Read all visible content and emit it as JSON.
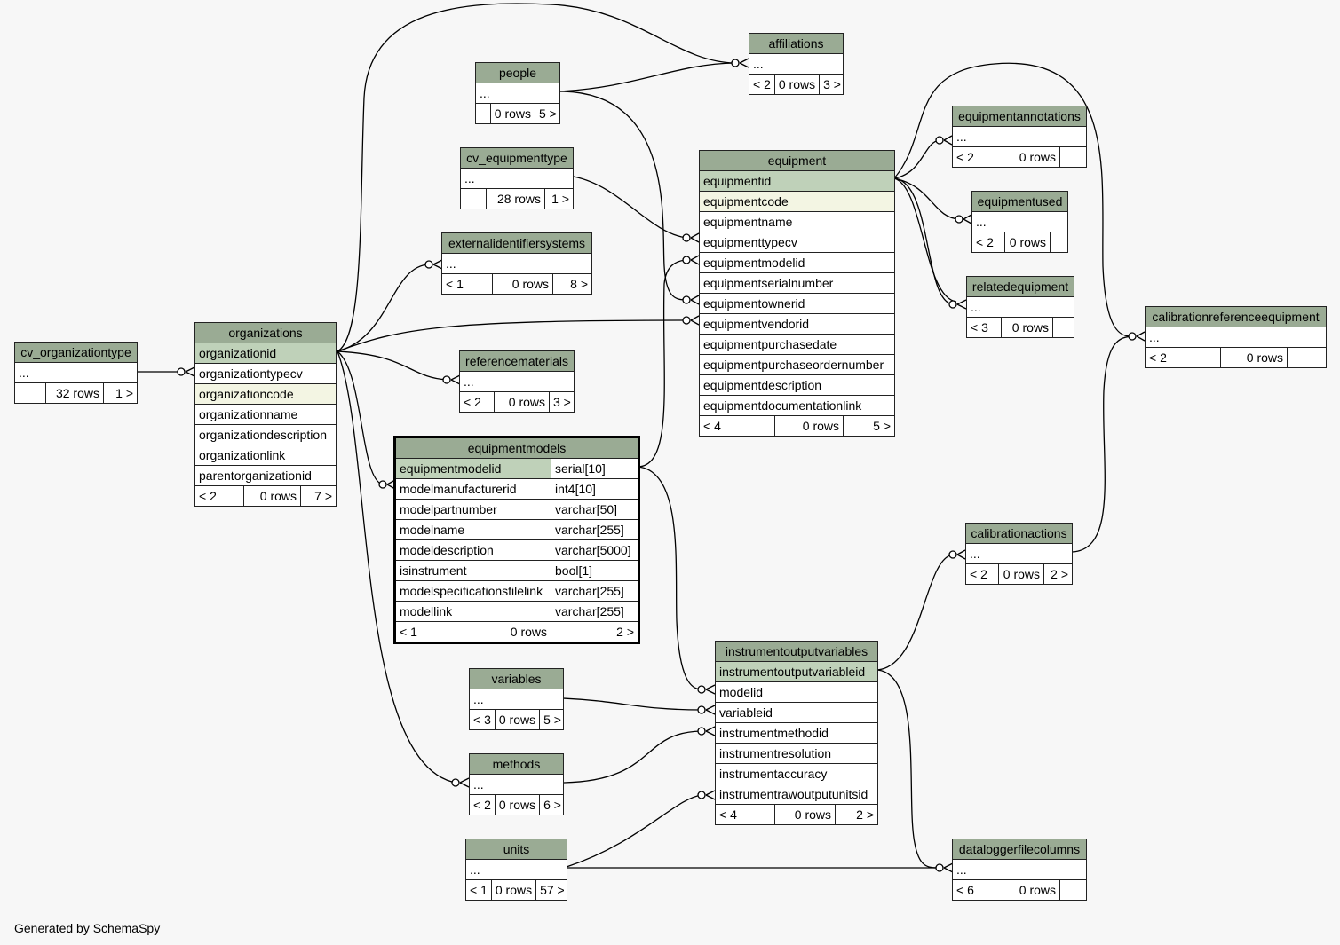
{
  "footer": "Generated by SchemaSpy",
  "tables": {
    "affiliations": {
      "name": "affiliations",
      "cols": [
        "..."
      ],
      "foot": [
        "< 2",
        "0 rows",
        "3 >"
      ]
    },
    "people": {
      "name": "people",
      "cols": [
        "..."
      ],
      "foot": [
        "",
        "0 rows",
        "5 >"
      ]
    },
    "cv_equipmenttype": {
      "name": "cv_equipmenttype",
      "cols": [
        "..."
      ],
      "foot": [
        "",
        "28 rows",
        "1 >"
      ]
    },
    "externalidentifiersystems": {
      "name": "externalidentifiersystems",
      "cols": [
        "..."
      ],
      "foot": [
        "< 1",
        "0 rows",
        "8 >"
      ]
    },
    "referencematerials": {
      "name": "referencematerials",
      "cols": [
        "..."
      ],
      "foot": [
        "< 2",
        "0 rows",
        "3 >"
      ]
    },
    "cv_organizationtype": {
      "name": "cv_organizationtype",
      "cols": [
        "..."
      ],
      "foot": [
        "",
        "32 rows",
        "1 >"
      ]
    },
    "organizations": {
      "name": "organizations",
      "cols": [
        "organizationid",
        "organizationtypecv",
        "organizationcode",
        "organizationname",
        "organizationdescription",
        "organizationlink",
        "parentorganizationid"
      ],
      "foot": [
        "< 2",
        "0 rows",
        "7 >"
      ]
    },
    "equipment": {
      "name": "equipment",
      "cols": [
        "equipmentid",
        "equipmentcode",
        "equipmentname",
        "equipmenttypecv",
        "equipmentmodelid",
        "equipmentserialnumber",
        "equipmentownerid",
        "equipmentvendorid",
        "equipmentpurchasedate",
        "equipmentpurchaseordernumber",
        "equipmentdescription",
        "equipmentdocumentationlink"
      ],
      "foot": [
        "< 4",
        "0 rows",
        "5 >"
      ]
    },
    "equipmentannotations": {
      "name": "equipmentannotations",
      "cols": [
        "..."
      ],
      "foot": [
        "< 2",
        "0 rows",
        ""
      ]
    },
    "equipmentused": {
      "name": "equipmentused",
      "cols": [
        "..."
      ],
      "foot": [
        "< 2",
        "0 rows",
        ""
      ]
    },
    "relatedequipment": {
      "name": "relatedequipment",
      "cols": [
        "..."
      ],
      "foot": [
        "< 3",
        "0 rows",
        ""
      ]
    },
    "calibrationreferenceequipment": {
      "name": "calibrationreferenceequipment",
      "cols": [
        "..."
      ],
      "foot": [
        "< 2",
        "0 rows",
        ""
      ]
    },
    "equipmentmodels": {
      "name": "equipmentmodels",
      "cols": [
        "equipmentmodelid",
        "modelmanufacturerid",
        "modelpartnumber",
        "modelname",
        "modeldescription",
        "isinstrument",
        "modelspecificationsfilelink",
        "modellink"
      ],
      "types": [
        "serial[10]",
        "int4[10]",
        "varchar[50]",
        "varchar[255]",
        "varchar[5000]",
        "bool[1]",
        "varchar[255]",
        "varchar[255]"
      ],
      "foot": [
        "< 1",
        "0 rows",
        "2 >"
      ]
    },
    "calibrationactions": {
      "name": "calibrationactions",
      "cols": [
        "..."
      ],
      "foot": [
        "< 2",
        "0 rows",
        "2 >"
      ]
    },
    "variables": {
      "name": "variables",
      "cols": [
        "..."
      ],
      "foot": [
        "< 3",
        "0 rows",
        "5 >"
      ]
    },
    "instrumentoutputvariables": {
      "name": "instrumentoutputvariables",
      "cols": [
        "instrumentoutputvariableid",
        "modelid",
        "variableid",
        "instrumentmethodid",
        "instrumentresolution",
        "instrumentaccuracy",
        "instrumentrawoutputunitsid"
      ],
      "foot": [
        "< 4",
        "0 rows",
        "2 >"
      ]
    },
    "methods": {
      "name": "methods",
      "cols": [
        "..."
      ],
      "foot": [
        "< 2",
        "0 rows",
        "6 >"
      ]
    },
    "units": {
      "name": "units",
      "cols": [
        "..."
      ],
      "foot": [
        "< 1",
        "0 rows",
        "57 >"
      ]
    },
    "dataloggerfilecolumns": {
      "name": "dataloggerfilecolumns",
      "cols": [
        "..."
      ],
      "foot": [
        "< 6",
        "0 rows",
        ""
      ]
    }
  },
  "colors": {
    "header": "#9aab94",
    "primary_key": "#bfd1b9",
    "indexed": "#f3f5e3",
    "background": "#f7f7f7"
  }
}
